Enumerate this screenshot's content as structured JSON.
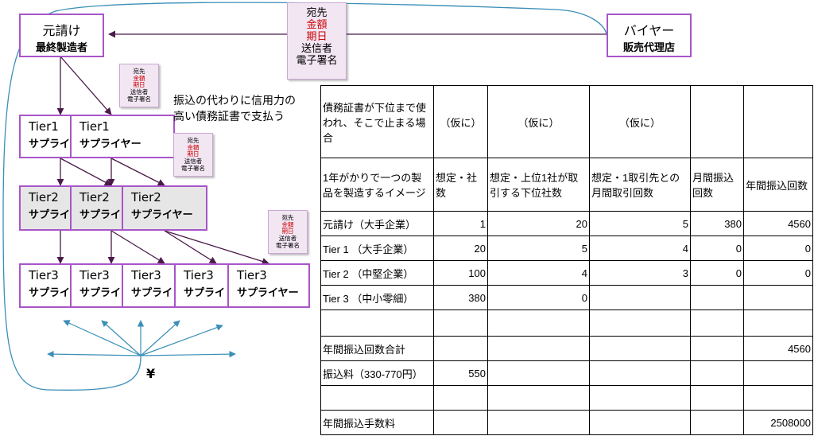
{
  "buyer": {
    "title": "バイヤー",
    "subtitle": "販売代理店"
  },
  "oem": {
    "title": "元請け",
    "subtitle": "最終製造者"
  },
  "tier1": [
    {
      "title": "Tier1",
      "subtitle": "サプライ"
    },
    {
      "title": "Tier1",
      "subtitle": "サプライヤー"
    }
  ],
  "tier2": [
    {
      "title": "Tier2",
      "subtitle": "サプライ"
    },
    {
      "title": "Tier2",
      "subtitle": "サプライ"
    },
    {
      "title": "Tier2",
      "subtitle": "サプライヤー"
    }
  ],
  "tier3": [
    {
      "title": "Tier3",
      "subtitle": "サプライ"
    },
    {
      "title": "Tier3",
      "subtitle": "サプライ"
    },
    {
      "title": "Tier3",
      "subtitle": "サプライ"
    },
    {
      "title": "Tier3",
      "subtitle": "サプライ"
    },
    {
      "title": "Tier3",
      "subtitle": "サプライヤー"
    }
  ],
  "document": {
    "line1": "宛先",
    "line2": "金額",
    "line3": "期日",
    "line4": "送信者",
    "line5": "電子署名"
  },
  "note": {
    "line1": "振込の代わりに信用力の",
    "line2": "高い債務証書で支払う"
  },
  "yen": "¥",
  "table": {
    "rows": [
      [
        "債務証書が下位まで使われ、そこで止まる場合",
        "（仮に）",
        "（仮に）",
        "（仮に）",
        "",
        ""
      ],
      [
        "1年がかりで一つの製品を製造するイメージ",
        "想定・社数",
        "想定・上位1社が取引する下位社数",
        "想定・1取引先との月間取引回数",
        "月間振込回数",
        "年間振込回数"
      ],
      [
        "元請け（大手企業）",
        "1",
        "20",
        "5",
        "380",
        "4560"
      ],
      [
        "Tier 1 （大手企業）",
        "20",
        "5",
        "4",
        "0",
        "0"
      ],
      [
        "Tier 2 （中堅企業）",
        "100",
        "4",
        "3",
        "0",
        "0"
      ],
      [
        "Tier 3 （中小零細）",
        "380",
        "0",
        "",
        "",
        ""
      ],
      [
        "",
        "",
        "",
        "",
        "",
        ""
      ],
      [
        "年間振込回数合計",
        "",
        "",
        "",
        "",
        "4560"
      ],
      [
        "振込料（330-770円）",
        "550",
        "",
        "",
        "",
        ""
      ],
      [
        "",
        "",
        "",
        "",
        "",
        ""
      ],
      [
        "年間振込手数料",
        "",
        "",
        "",
        "",
        "2508000"
      ]
    ]
  },
  "colors": {
    "box_border": "#a855c8",
    "arrow": "#4a1a4a",
    "curve": "#3a8fb7",
    "doc_fill": "#f2e6f3",
    "doc_red": "#cc0000"
  }
}
